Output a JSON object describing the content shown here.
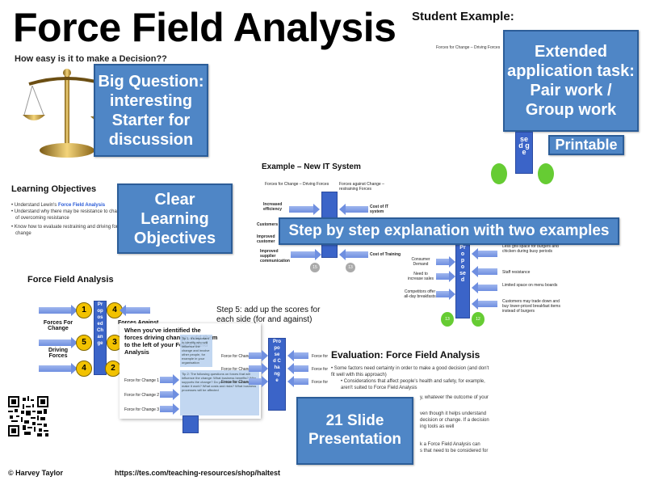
{
  "title": "Force Field Analysis",
  "big_question_prompt": "How easy is it to make a Decision??",
  "student_example": {
    "label": "Student Example:",
    "subheading": "Forces for Change – Driving Forces"
  },
  "callouts": {
    "big_question": [
      "Big Question:",
      "interesting",
      "Starter for",
      "discussion"
    ],
    "extended": [
      "Extended",
      "application task:",
      "Pair work /",
      "Group work"
    ],
    "printable": "Printable",
    "learning_objectives": [
      "Clear",
      "Learning",
      "Objectives"
    ],
    "step_by_step": "Step by step explanation with two examples",
    "presentation": [
      "21 Slide",
      "Presentation"
    ]
  },
  "learning_objectives_slide": {
    "heading": "Learning Objectives",
    "bullets": [
      "Understand Lewin's Force Field Analysis",
      "Understand why there may be resistance to change",
      "of overcoming resistance",
      "Know how to evaluate restraining and driving forces",
      "change"
    ],
    "highlight": "Force Field Analysis"
  },
  "it_example": {
    "heading": "Example – New IT System",
    "left_header": "Forces for Change – Driving Forces",
    "right_header": "Forces against Change – restraining Forces",
    "left_items": [
      "Increased efficiency",
      "Customers",
      "Improved customer",
      "Improved supplier communication"
    ],
    "right_items": [
      "Cost of IT system",
      "",
      "",
      "Cost of Training"
    ],
    "circles": [
      "15",
      "13"
    ]
  },
  "burger_example": {
    "left_items": [
      "Consumer Demand",
      "Need to increase sales",
      "Competitors offer all-day breakfasts"
    ],
    "right_items": [
      "Less grill space for burgers and chicken during busy periods",
      "Staff resistance",
      "Limited space on menu boards",
      "Customers may trade down and buy lower-priced breakfast items instead of burgers"
    ],
    "bar_letters": "Proposed",
    "circles": [
      "13",
      "12"
    ]
  },
  "ffa_slide": {
    "heading": "Force Field Analysis",
    "forces_for": "Forces For Change",
    "driving": "Driving Forces",
    "forces_against": "Forces Against",
    "numbers": [
      "1",
      "4",
      "5",
      "3",
      "4",
      "2"
    ],
    "bar_text": "Proposed Change"
  },
  "identified_slide": {
    "heading": "When you've identified the forces driving change, add them to the left of your Force Field Analysis",
    "tip1": "Tip 1: It's important to identify who will influence the change and involve other people, for example in your organisation",
    "tip2": "Tip 2: The following questions on forces that will influence the change: What business benefits? Who supports the change? Do you have the resources to make it work? What costs and risks? What business processes will be affected",
    "rows": [
      "Force for Change 1",
      "Force for Change 2",
      "Force for Change 3"
    ]
  },
  "step5": {
    "heading": "Step 5: add up the scores for each side (for and against)",
    "rows": [
      "Force for Change 1",
      "Force for Change 2",
      "Force for Change 3"
    ],
    "right_rows": [
      "Force for",
      "Force for",
      "Force for"
    ],
    "bar_text": "Proposed Change"
  },
  "evaluation": {
    "heading": "Evaluation: Force Field Analysis",
    "bullets": [
      "Some factors need certainty in order to make a good decision (and don't fit well with this approach)",
      "Considerations that affect people's health and safety, for example, aren't suited to Force Field Analysis",
      "y, whatever the outcome of your",
      "ven though it helps understand",
      "decision or change. If a decision",
      "ing tools as well",
      "k a Force Field Analysis can",
      "s that need to be considered for"
    ]
  },
  "printable_bar_text": "sed ge",
  "footer": {
    "copyright": "© Harvey Taylor",
    "url": "https://tes.com/teaching-resources/shop/haltest"
  },
  "colors": {
    "callout_bg": "#4f86c6",
    "callout_border": "#2c5d98",
    "bar_blue": "#3b64c8",
    "green": "#66cc33"
  }
}
